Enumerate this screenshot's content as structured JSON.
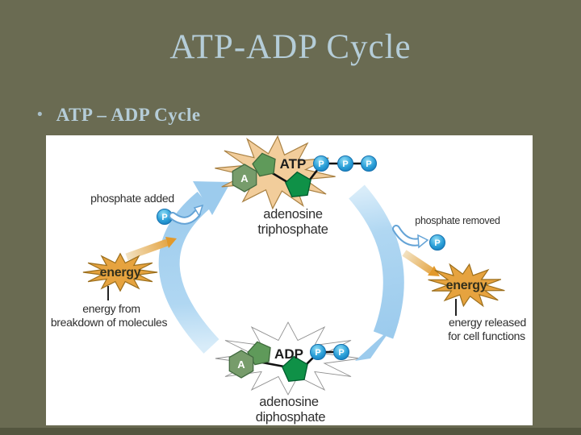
{
  "slide": {
    "title": "ATP-ADP Cycle",
    "bullet_marker": "•",
    "bullet_text": "ATP – ADP Cycle",
    "background_color": "#6a6b52",
    "title_color": "#b5cdd8"
  },
  "diagram": {
    "phosphate_added_label": "phosphate added",
    "phosphate_removed_label": "phosphate removed",
    "loose_phosphate_added": "P",
    "loose_phosphate_removed": "P",
    "atp": {
      "abbr": "ATP",
      "adenine_letter": "A",
      "phosphates": [
        "P",
        "P",
        "P"
      ],
      "name_line1": "adenosine",
      "name_line2": "triphosphate"
    },
    "adp": {
      "abbr": "ADP",
      "adenine_letter": "A",
      "phosphates": [
        "P",
        "P"
      ],
      "name_line1": "adenosine",
      "name_line2": "diphosphate"
    },
    "energy_in": {
      "burst_label": "energy",
      "caption_line1": "energy from",
      "caption_line2": "breakdown of molecules"
    },
    "energy_out": {
      "burst_label": "energy",
      "caption_line1": "energy released",
      "caption_line2": "for cell functions"
    },
    "colors": {
      "burst_tan": "#f2cd9b",
      "burst_tan_stroke": "#a98143",
      "burst_orange": "#e6a33f",
      "burst_orange_stroke": "#9c6f1d",
      "adenine_green": "#779c6b",
      "ribose_green": "#5f9a5a",
      "phosphate_pentagon_green": "#0f9147",
      "phosphate_circle_blue": "#2b9fd8",
      "cycle_arrow_blue": "#9ccbed",
      "orange_arrow": "#e2992b",
      "label_text": "#2e2e2e"
    }
  }
}
